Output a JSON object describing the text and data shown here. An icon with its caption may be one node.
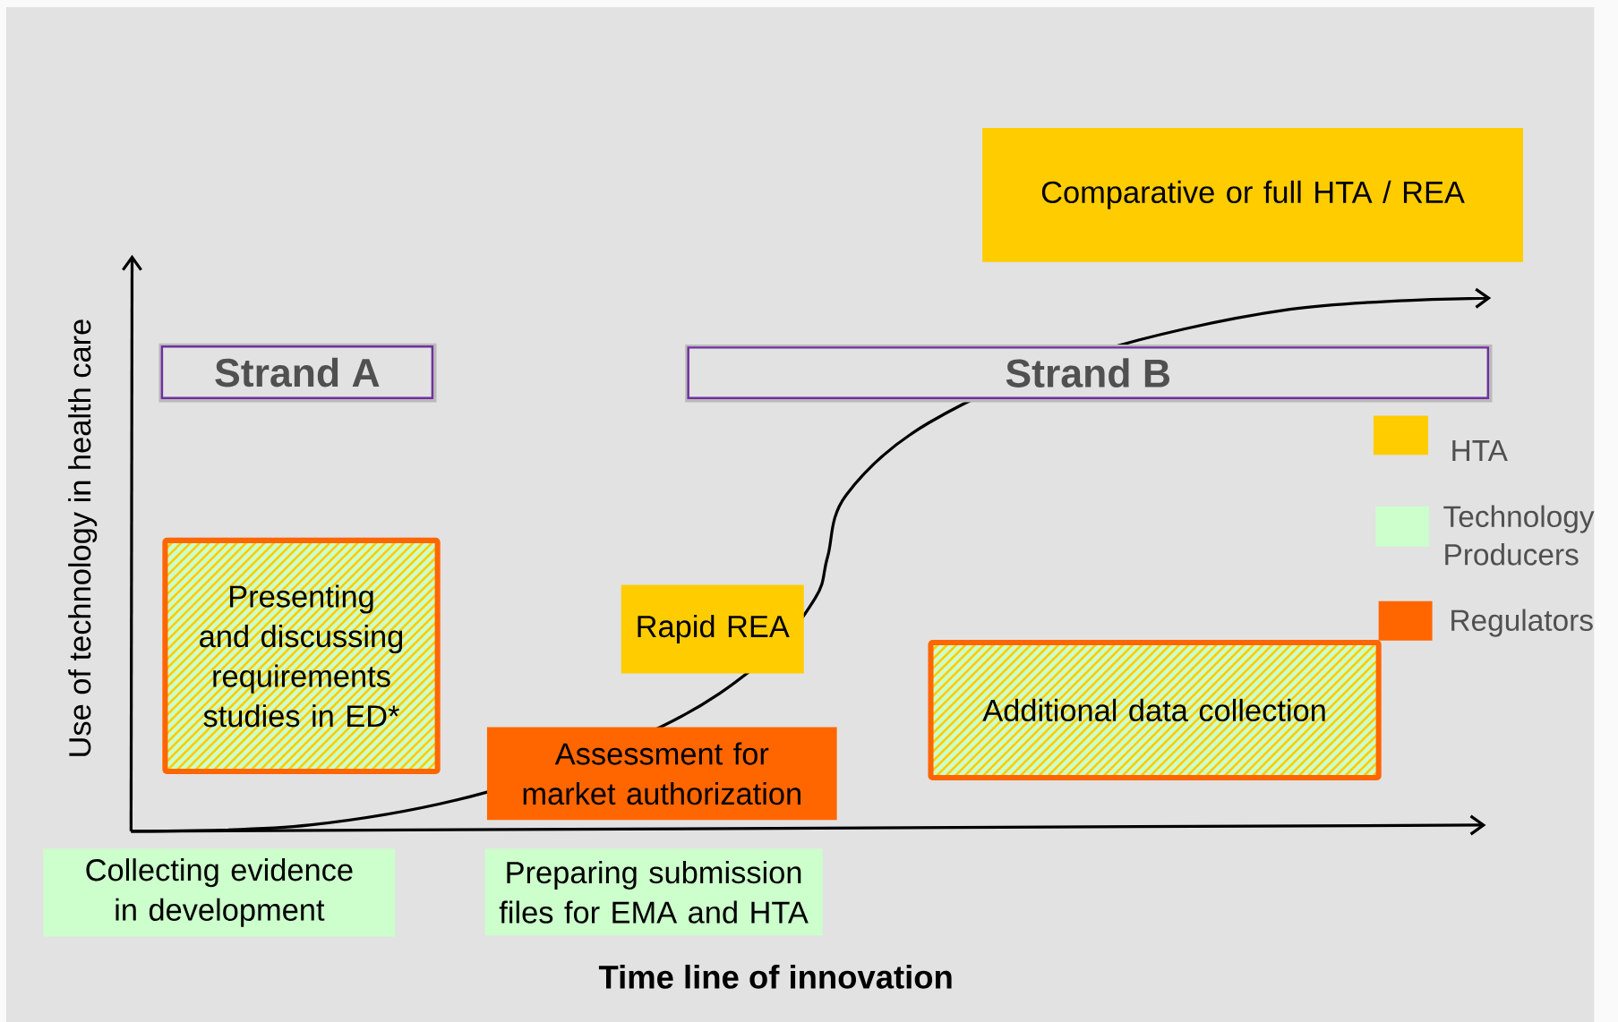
{
  "diagram": {
    "nodes": [
      {
        "text": [
          "Comparative or full HTA / REA"
        ]
      },
      {
        "text": [
          "Strand A"
        ]
      },
      {
        "text": [
          "Strand B"
        ]
      },
      {
        "text": [
          "Presenting and discussing requirements studies in ED*"
        ]
      },
      {
        "text": [
          "Rapid REA"
        ]
      },
      {
        "text": [
          "Assessment for market authorization"
        ]
      },
      {
        "text": [
          "Additional data collection"
        ]
      },
      {
        "text": [
          "Collecting evidence in development"
        ]
      },
      {
        "text": [
          "Preparing submission files for EMA and HTA"
        ]
      }
    ],
    "labels": [
      "Use of technology in health care",
      "Time line of innovation"
    ],
    "legend": [
      {
        "text": "HTA",
        "color": "#ffcc00"
      },
      {
        "text": "Technology Producers",
        "color": "#ccffcc"
      },
      {
        "text": "Regulators",
        "color": "#ff6600"
      }
    ]
  }
}
